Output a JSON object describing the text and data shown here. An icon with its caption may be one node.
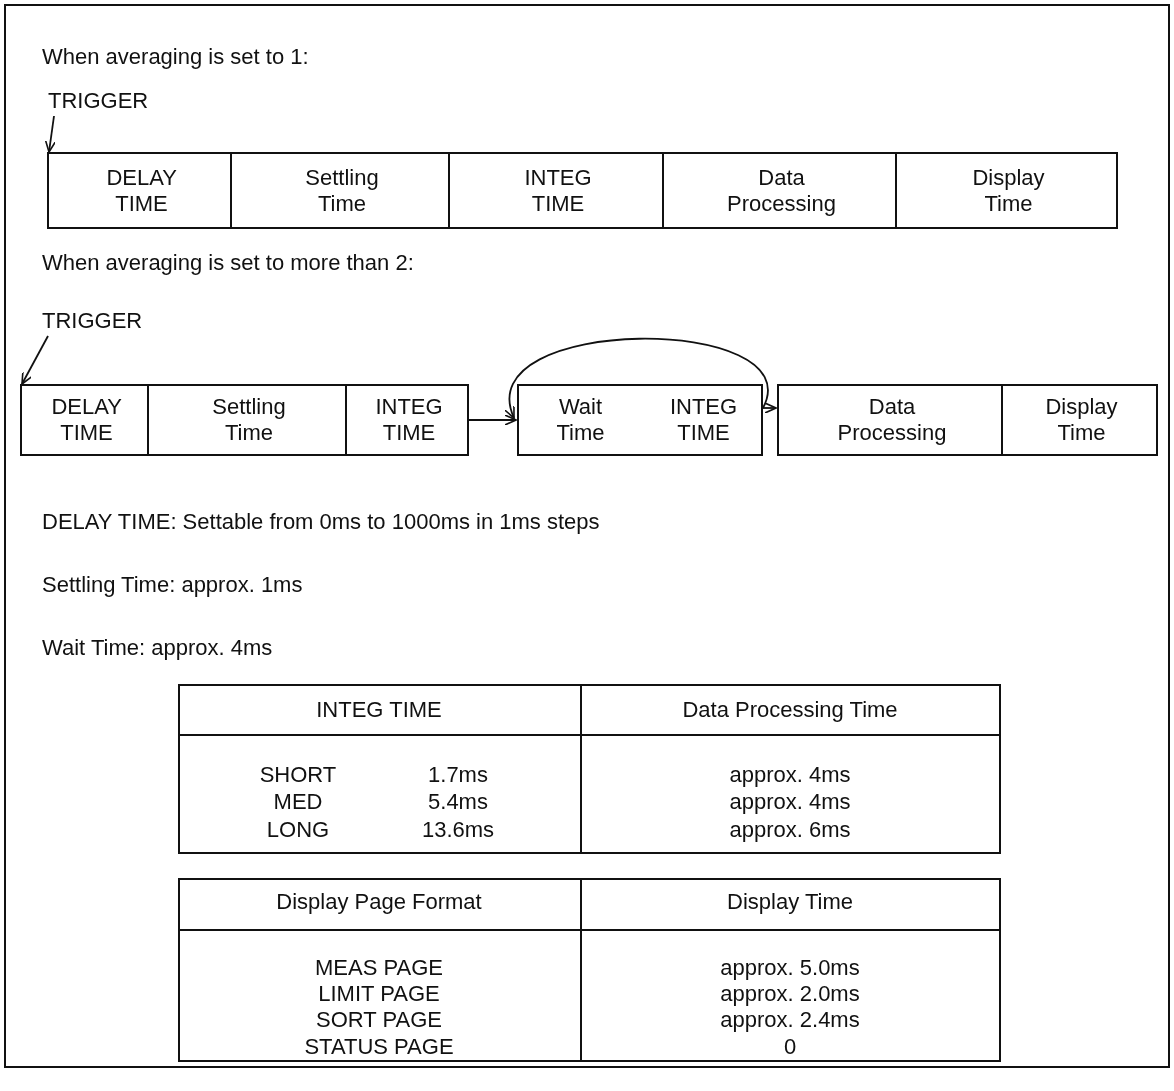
{
  "diagram": {
    "nodes": [
      {
        "text": [
          "TRIGGER"
        ]
      },
      {
        "text": [
          "DELAY TIME"
        ]
      },
      {
        "text": [
          "Settling Time"
        ]
      },
      {
        "text": [
          "INTEG TIME"
        ]
      },
      {
        "text": [
          "Data Processing"
        ]
      },
      {
        "text": [
          "Display Time"
        ]
      },
      {
        "text": [
          "TRIGGER"
        ]
      },
      {
        "text": [
          "DELAY TIME"
        ]
      },
      {
        "text": [
          "Settling Time"
        ]
      },
      {
        "text": [
          "INTEG TIME"
        ]
      },
      {
        "text": [
          "Wait Time",
          "INTEG TIME"
        ]
      },
      {
        "text": [
          "Data Processing"
        ]
      },
      {
        "text": [
          "Display Time"
        ]
      }
    ],
    "edges": [
      {
        "from": 0,
        "to": 1,
        "arrow": "to"
      },
      {
        "from": 6,
        "to": 7,
        "arrow": "to"
      },
      {
        "from": 9,
        "to": 10,
        "arrow": "to"
      },
      {
        "from": 10,
        "to": 10,
        "arrow": "to"
      },
      {
        "from": 10,
        "to": 11,
        "arrow": "to"
      }
    ],
    "labels": [
      "When averaging is set to 1:",
      "When averaging is set to more than 2:",
      "DELAY TIME:  Settable from 0ms to 1000ms in 1ms steps",
      "Settling Time: approx. 1ms",
      "Wait Time: approx. 4ms",
      "INTEG TIME",
      "Data Processing Time",
      "SHORT",
      "1.7ms",
      "approx. 4ms",
      "MED",
      "5.4ms",
      "approx. 4ms",
      "LONG",
      "13.6ms",
      "approx. 6ms",
      "Display Page Format",
      "Display Time",
      "MEAS PAGE",
      "approx. 5.0ms",
      "LIMIT PAGE",
      "approx. 2.0ms",
      "SORT PAGE",
      "approx. 2.4ms",
      "STATUS PAGE",
      "0"
    ]
  }
}
